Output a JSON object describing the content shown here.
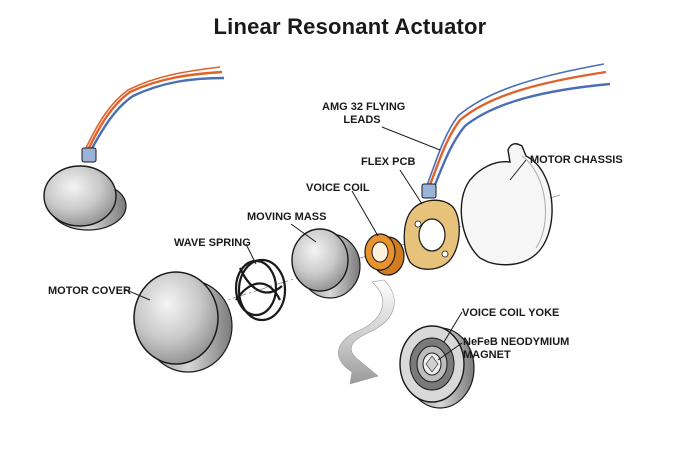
{
  "title": "Linear Resonant Actuator",
  "labels": {
    "leads_line1": "AMG 32 FLYING",
    "leads_line2": "LEADS",
    "flex_pcb": "FLEX PCB",
    "motor_chassis": "MOTOR CHASSIS",
    "voice_coil": "VOICE COIL",
    "moving_mass": "MOVING MASS",
    "wave_spring": "WAVE SPRING",
    "motor_cover": "MOTOR COVER",
    "voice_coil_yoke": "VOICE COIL YOKE",
    "magnet_line1": "NeFeB NEODYMIUM",
    "magnet_line2": "MAGNET"
  },
  "colors": {
    "wire_orange": "#e0622a",
    "wire_blue": "#4a6fb5",
    "coil_orange": "#e8932e",
    "pcb_gold": "#e6c27a",
    "outline": "#1a1a1a"
  }
}
